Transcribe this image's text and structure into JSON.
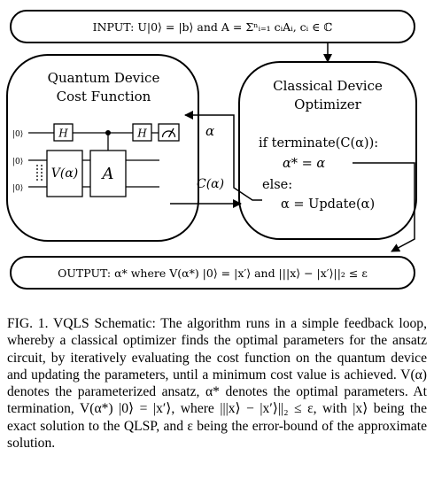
{
  "figure": {
    "input_box": "INPUT: U|0⟩ = |b⟩ and A = Σⁿᵢ₌₁ cᵢAᵢ, cᵢ ∈ ℂ",
    "quantum_box": {
      "title_line1": "Quantum Device",
      "title_line2": "Cost Function"
    },
    "classical_box": {
      "title_line1": "Classical Device",
      "title_line2": "Optimizer"
    },
    "circuit": {
      "ket_top": "|0⟩",
      "ket_mid": "|0⟩",
      "ket_bot": "|0⟩",
      "gate_h1": "H",
      "gate_h2": "H",
      "gate_v": "V(α)",
      "gate_a": "A"
    },
    "alpha_label": "α",
    "cost_label": "C(α)",
    "optimizer": {
      "line1": "if terminate(C(α)):",
      "line2": "α* = α",
      "line3": "else:",
      "line4": "α = Update(α)"
    },
    "output_box": "OUTPUT: α* where V(α*) |0⟩ = |x′⟩ and |||x⟩ − |x′⟩||₂ ≤ ε"
  },
  "caption": {
    "label": "FIG. 1.",
    "text": " VQLS Schematic: The algorithm runs in a simple feedback loop, whereby a classical optimizer finds the optimal parameters for the ansatz circuit, by iteratively evaluating the cost function on the quantum device and updating the parameters, until a minimum cost value is achieved. V(α) denotes the parameterized ansatz, α* denotes the optimal parameters. At termination, V(α*) |0⟩ = |x′⟩, where |||x⟩ − |x′⟩||₂ ≤ ε, with |x⟩ being the exact solution to the QLSP, and ε being the error-bound of the approximate solution."
  }
}
